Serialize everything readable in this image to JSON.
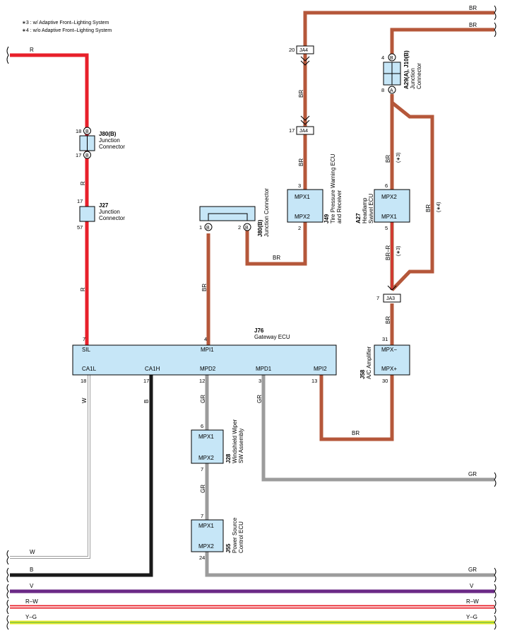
{
  "notes": [
    "∗3 : w/ Adaptive Front–Lighting System",
    "∗4 : w/o Adaptive Front–Lighting System"
  ],
  "colors": {
    "R": "#e8202a",
    "BR": "#b5573a",
    "GR": "#9c9c9c",
    "B": "#1a1a1a",
    "V": "#6b2a86",
    "Y": "#e6ea2a",
    "G": "#7fc243",
    "box_fill": "#c6e6f7"
  },
  "wires": {
    "r_top": "R",
    "r_mid1": "R",
    "r_mid2": "R",
    "br_top1": "BR",
    "br_top2": "BR",
    "br_ja4": "BR",
    "br_j49": "BR",
    "br_j80": "BR",
    "br_a27": "BR",
    "br_right": "BR",
    "br_r": "BR–R",
    "br_ja3": "BR",
    "br_mpi2": "BR",
    "gr_j28": "GR",
    "gr_j55": "GR",
    "gr_mpd1": "GR",
    "gr_bottom": "GR",
    "w_left": "W",
    "w_bottom": "W",
    "b_left": "B",
    "b_bottom": "B",
    "v_left": "V",
    "v_right": "V",
    "rw_left": "R–W",
    "rw_right": "R–W",
    "yg_left": "Y–G",
    "yg_right": "Y–G",
    "sw3": "(∗3)",
    "sw3b": "(∗3)",
    "sw4": "(∗4)"
  },
  "connectors": {
    "ja4_top": {
      "name": "JA4",
      "pin": "20"
    },
    "ja4_bot": {
      "name": "JA4",
      "pin": "17"
    },
    "ja3": {
      "name": "JA3",
      "pin": "7"
    }
  },
  "components": {
    "j80b_top": {
      "code": "J80(B)",
      "name1": "Junction",
      "name2": "Connector",
      "pin_top": "18",
      "pin_bot": "17",
      "letter": "B"
    },
    "j27": {
      "code": "J27",
      "name1": "Junction",
      "name2": "Connector",
      "pin_top": "17",
      "pin_bot": "57"
    },
    "j80b_mid": {
      "code": "J80(B)",
      "name1": "Junction Connector",
      "pin_l": "1",
      "pin_r": "2",
      "letter": "B"
    },
    "j49": {
      "code": "J49",
      "name1": "Tire Pressure Warning ECU",
      "name2": "and Receiver",
      "term1": "MPX1",
      "term2": "MPX2",
      "pin_top": "3",
      "pin_bot": "2"
    },
    "j10": {
      "code": "A29(A), J10(B)",
      "name1": "Junction",
      "name2": "Connector",
      "pin_top": "4",
      "pin_bot": "8",
      "letter_top": "B",
      "letter_bot": "A"
    },
    "a27": {
      "code": "A27",
      "name1": "Headlamp",
      "name2": "Swivel ECU",
      "term1": "MPX2",
      "term2": "MPX1",
      "pin_top": "6",
      "pin_bot": "5"
    },
    "j76": {
      "code": "J76",
      "name1": "Gateway ECU",
      "sil": "SIL",
      "mpi1": "MPI1",
      "ca1l": "CA1L",
      "ca1h": "CA1H",
      "mpd2": "MPD2",
      "mpd1": "MPD1",
      "mpi2": "MPI2",
      "pin_sil": "7",
      "pin_mpi1": "4",
      "pin_ca1l": "18",
      "pin_ca1h": "17",
      "pin_mpd2": "12",
      "pin_mpd1": "3",
      "pin_mpi2": "13"
    },
    "j58": {
      "code": "J58",
      "name1": "A/C Amplifier",
      "term1": "MPX−",
      "term2": "MPX+",
      "pin_top": "31",
      "pin_bot": "30"
    },
    "j28": {
      "code": "J28",
      "name1": "Windshield Wiper",
      "name2": "SW Assembly",
      "term1": "MPX1",
      "term2": "MPX2",
      "pin_top": "6",
      "pin_bot": "7"
    },
    "j55": {
      "code": "J55",
      "name1": "Power Source",
      "name2": "Control ECU",
      "term1": "MPX1",
      "term2": "MPX2",
      "pin_top": "7",
      "pin_bot": "24"
    }
  }
}
